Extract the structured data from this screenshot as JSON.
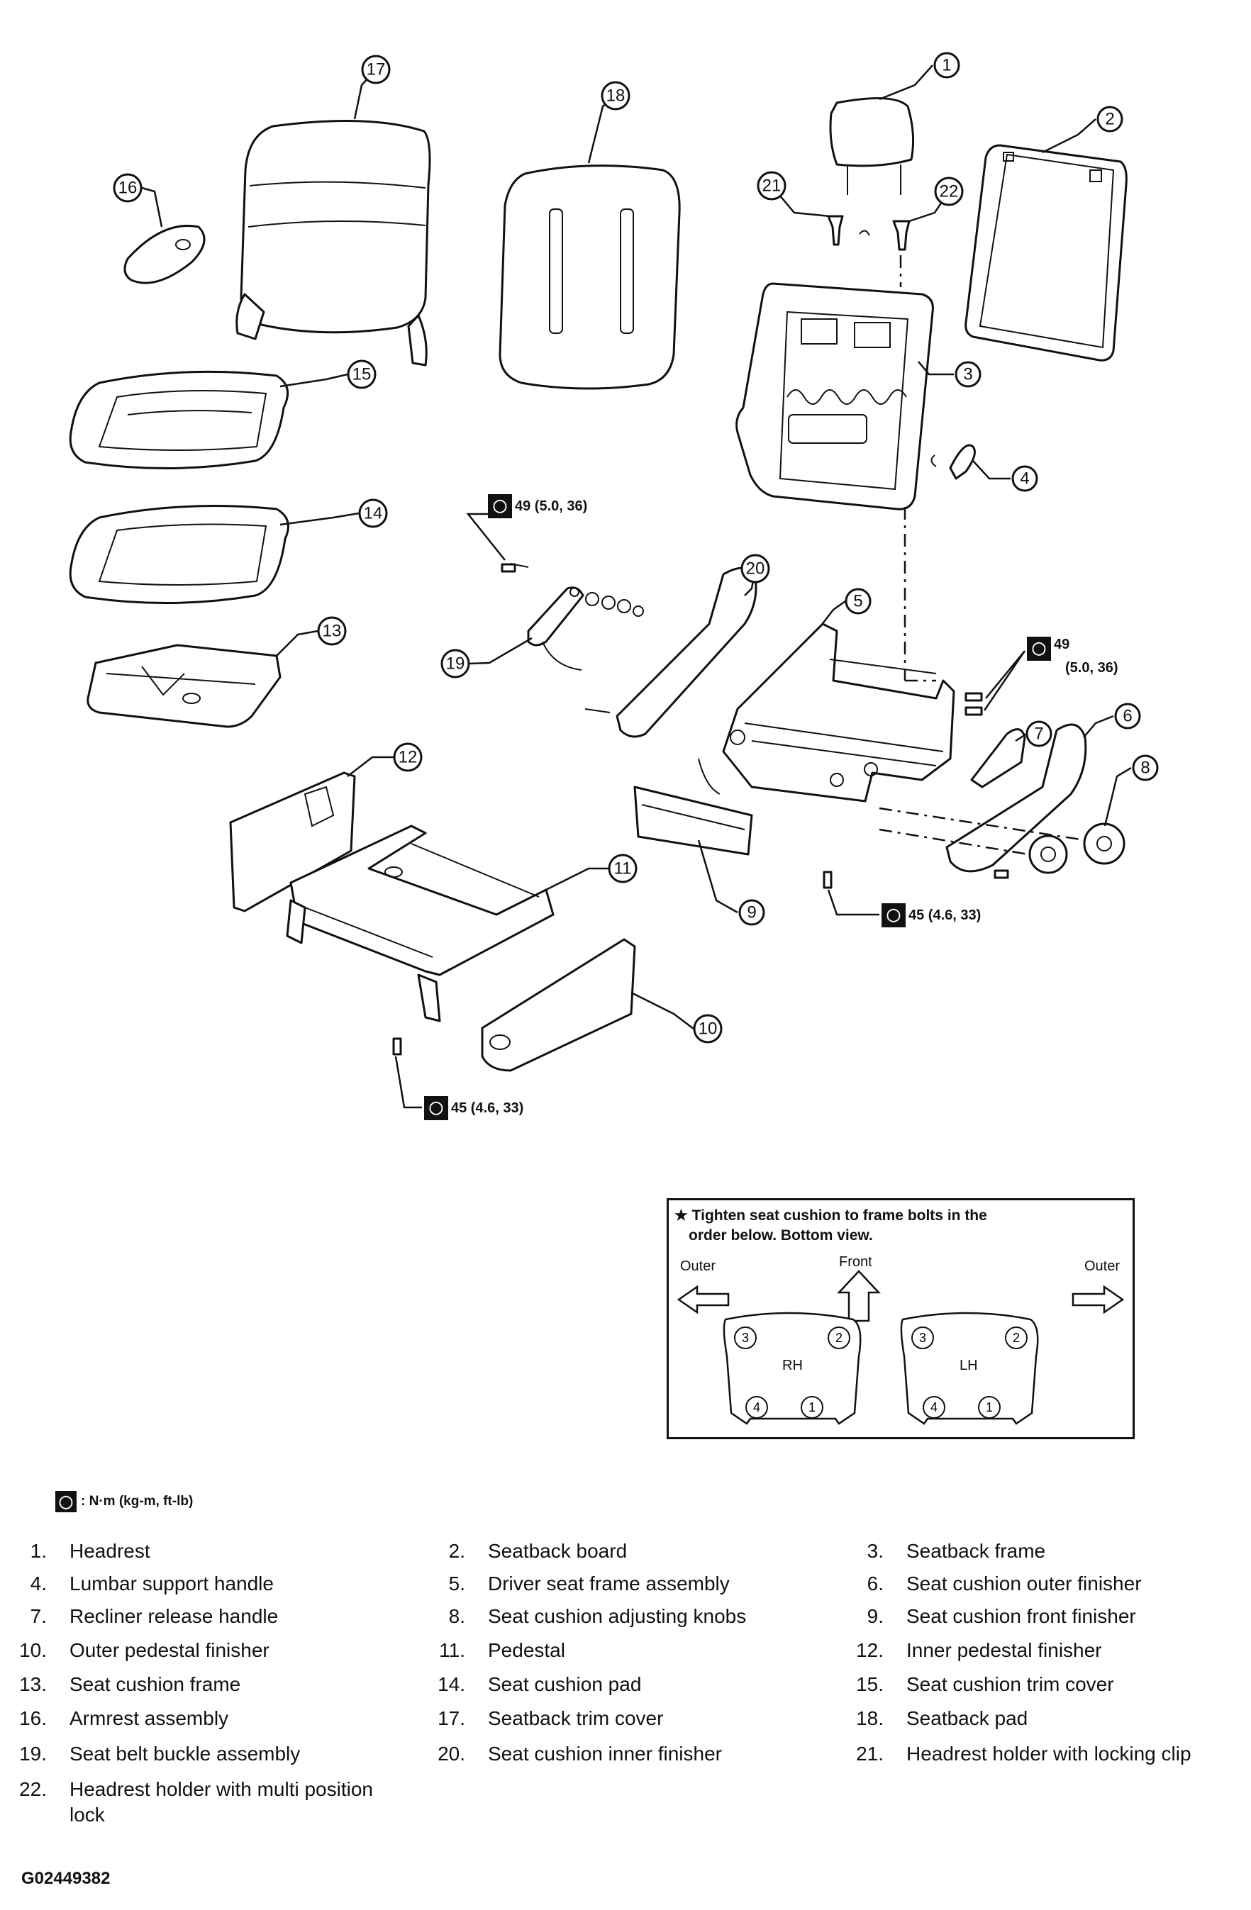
{
  "callouts": [
    "1",
    "2",
    "3",
    "4",
    "5",
    "6",
    "7",
    "8",
    "9",
    "10",
    "11",
    "12",
    "13",
    "14",
    "15",
    "16",
    "17",
    "18",
    "19",
    "20",
    "21",
    "22"
  ],
  "torque_specs": {
    "t1": "49 (5.0, 36)",
    "t2_line1": "49",
    "t2_line2": "(5.0, 36)",
    "t3": "45 (4.6, 33)",
    "t4": "45 (4.6, 33)"
  },
  "sequence_box": {
    "note_line1": "★ Tighten seat cushion to frame bolts in the",
    "note_line2": "order below. Bottom view.",
    "left_arrow_label": "Outer",
    "center_arrow_label": "Front",
    "right_arrow_label": "Outer",
    "rh_label": "RH",
    "lh_label": "LH",
    "bolt_numbers": [
      "3",
      "2",
      "4",
      "1"
    ]
  },
  "legend_key": ": N·m (kg-m, ft-lb)",
  "parts": [
    {
      "num": "1.",
      "name": "Headrest"
    },
    {
      "num": "2.",
      "name": "Seatback board"
    },
    {
      "num": "3.",
      "name": "Seatback frame"
    },
    {
      "num": "4.",
      "name": "Lumbar support handle"
    },
    {
      "num": "5.",
      "name": "Driver seat frame assembly"
    },
    {
      "num": "6.",
      "name": "Seat cushion outer finisher"
    },
    {
      "num": "7.",
      "name": "Recliner release handle"
    },
    {
      "num": "8.",
      "name": "Seat cushion adjusting knobs"
    },
    {
      "num": "9.",
      "name": "Seat cushion front finisher"
    },
    {
      "num": "10.",
      "name": "Outer pedestal finisher"
    },
    {
      "num": "11.",
      "name": "Pedestal"
    },
    {
      "num": "12.",
      "name": "Inner pedestal finisher"
    },
    {
      "num": "13.",
      "name": "Seat cushion frame"
    },
    {
      "num": "14.",
      "name": "Seat cushion pad"
    },
    {
      "num": "15.",
      "name": "Seat cushion trim cover"
    },
    {
      "num": "16.",
      "name": "Armrest assembly"
    },
    {
      "num": "17.",
      "name": "Seatback trim cover"
    },
    {
      "num": "18.",
      "name": "Seatback pad"
    },
    {
      "num": "19.",
      "name": "Seat belt buckle assembly"
    },
    {
      "num": "20.",
      "name": "Seat cushion inner finisher"
    },
    {
      "num": "21.",
      "name": "Headrest holder with locking clip"
    },
    {
      "num": "22.",
      "name": "Headrest holder with multi position lock"
    }
  ],
  "figure_code": "G02449382"
}
